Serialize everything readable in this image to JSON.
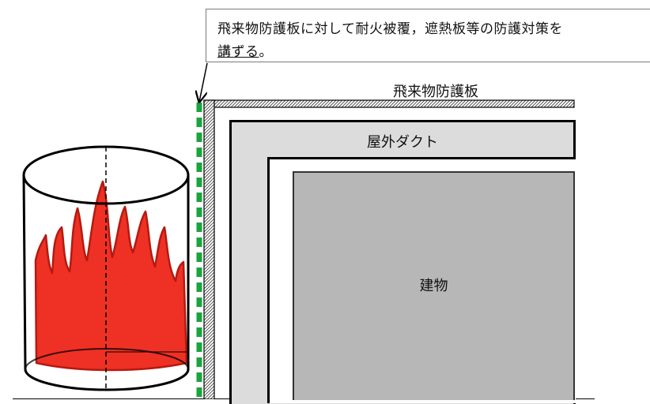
{
  "callout": {
    "text_line1": "飛来物防護板に対して耐火被覆，遮熱板等の防護対策を",
    "text_line2_underlined": "講ずる",
    "text_line2_tail": "。"
  },
  "labels": {
    "shield": "飛来物防護板",
    "duct": "屋外ダクト",
    "building": "建物"
  },
  "colors": {
    "fire_red": "#ee3124",
    "fire_dark": "#b51a10",
    "protection_dash": "#17a63d",
    "duct_fill": "#dcdcdc",
    "building_fill": "#b7b7b7"
  },
  "icons": {
    "fire": "flame-in-tank-icon",
    "arrow": "pointer-arrow-icon"
  }
}
